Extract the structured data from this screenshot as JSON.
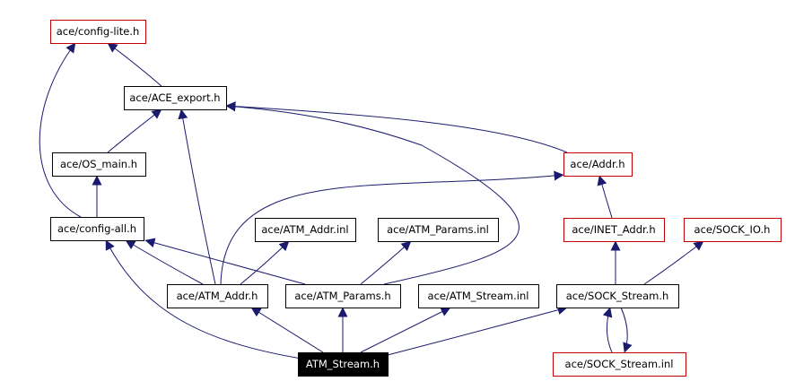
{
  "colors": {
    "edge": "#1a1a6e",
    "box_border_normal": "#000000",
    "box_border_red": "#c00000",
    "root_fill": "#000000",
    "root_text": "#ffffff",
    "text": "#000000"
  },
  "nodes": {
    "config_lite": {
      "label": "ace/config-lite.h",
      "style": "red"
    },
    "ace_export": {
      "label": "ace/ACE_export.h",
      "style": "normal"
    },
    "os_main": {
      "label": "ace/OS_main.h",
      "style": "normal"
    },
    "addr": {
      "label": "ace/Addr.h",
      "style": "red"
    },
    "config_all": {
      "label": "ace/config-all.h",
      "style": "normal"
    },
    "atm_addr_inl": {
      "label": "ace/ATM_Addr.inl",
      "style": "normal"
    },
    "atm_params_inl": {
      "label": "ace/ATM_Params.inl",
      "style": "normal"
    },
    "inet_addr": {
      "label": "ace/INET_Addr.h",
      "style": "red"
    },
    "sock_io": {
      "label": "ace/SOCK_IO.h",
      "style": "red"
    },
    "atm_addr": {
      "label": "ace/ATM_Addr.h",
      "style": "normal"
    },
    "atm_params": {
      "label": "ace/ATM_Params.h",
      "style": "normal"
    },
    "atm_stream_inl": {
      "label": "ace/ATM_Stream.inl",
      "style": "normal"
    },
    "sock_stream": {
      "label": "ace/SOCK_Stream.h",
      "style": "normal"
    },
    "atm_stream": {
      "label": "ATM_Stream.h",
      "style": "root"
    },
    "sock_stream_inl": {
      "label": "ace/SOCK_Stream.inl",
      "style": "red"
    }
  },
  "edges": [
    [
      "atm_stream",
      "atm_addr"
    ],
    [
      "atm_stream",
      "atm_params"
    ],
    [
      "atm_stream",
      "atm_stream_inl"
    ],
    [
      "atm_stream",
      "sock_stream"
    ],
    [
      "atm_stream",
      "config_all"
    ],
    [
      "atm_addr",
      "config_all"
    ],
    [
      "atm_addr",
      "ace_export"
    ],
    [
      "atm_addr",
      "addr"
    ],
    [
      "atm_addr",
      "atm_addr_inl"
    ],
    [
      "atm_params",
      "config_all"
    ],
    [
      "atm_params",
      "ace_export"
    ],
    [
      "atm_params",
      "atm_params_inl"
    ],
    [
      "sock_stream",
      "inet_addr"
    ],
    [
      "sock_stream",
      "sock_io"
    ],
    [
      "sock_stream",
      "sock_stream_inl"
    ],
    [
      "sock_stream_inl",
      "sock_stream"
    ],
    [
      "inet_addr",
      "addr"
    ],
    [
      "addr",
      "ace_export"
    ],
    [
      "os_main",
      "ace_export"
    ],
    [
      "config_all",
      "os_main"
    ],
    [
      "config_all",
      "config_lite"
    ],
    [
      "ace_export",
      "config_lite"
    ]
  ]
}
